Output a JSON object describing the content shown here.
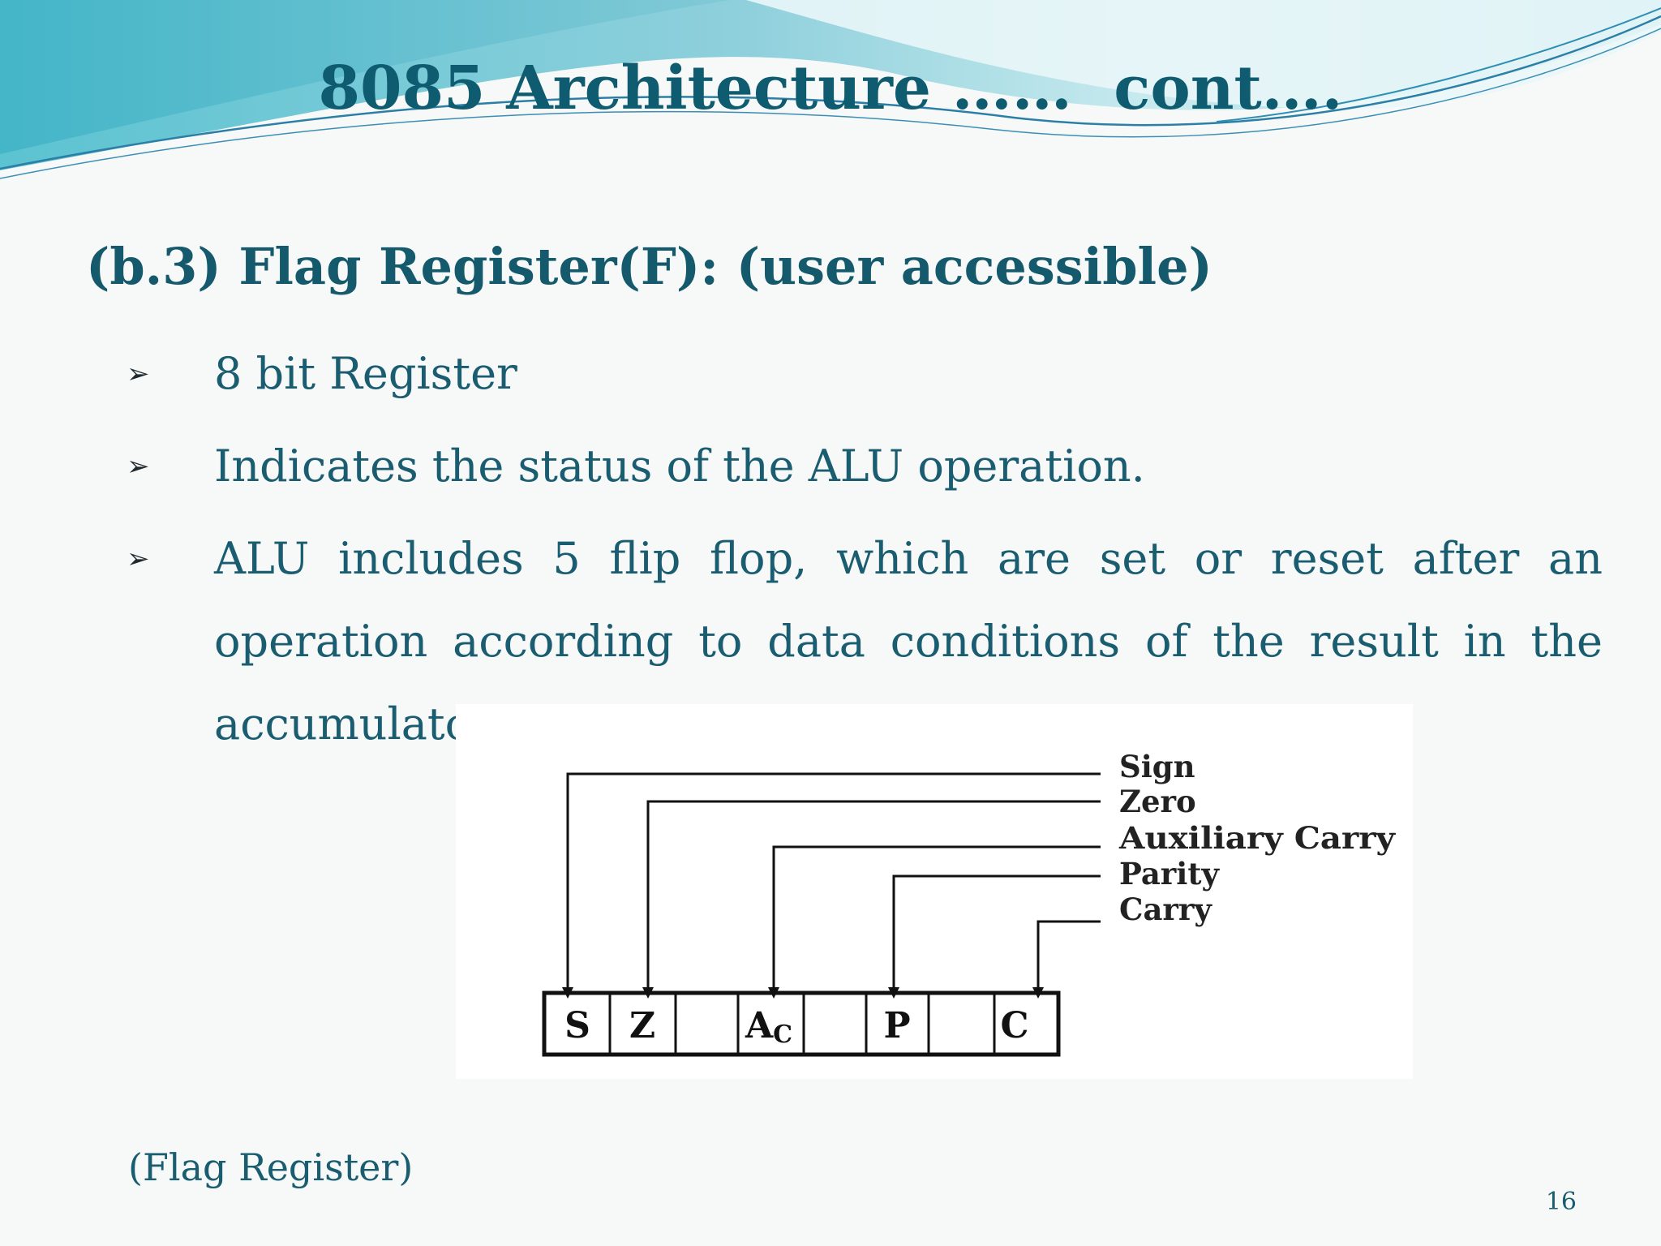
{
  "slide": {
    "title": "8085 Architecture ……  cont….",
    "heading": "(b.3) Flag Register(F): (user accessible)",
    "bullets": [
      "8 bit Register",
      "Indicates the status of the ALU operation.",
      "ALU includes 5 flip flop, which are set or reset after an operation according to data conditions of the result in the accumulator."
    ],
    "caption": "(Flag Register)",
    "page_number": "16"
  },
  "flag_diagram": {
    "cells": [
      "S",
      "Z",
      "",
      "A",
      "",
      "P",
      "",
      "C"
    ],
    "ac_subscript": "C",
    "labels": [
      "Sign",
      "Zero",
      "Auxiliary Carry",
      "Parity",
      "Carry"
    ]
  },
  "colors": {
    "title": "#0f5c70",
    "text": "#1a5d70",
    "wave_light": "#bfe6ec",
    "wave_mid": "#7ccbd6",
    "wave_dark": "#4aa9bb"
  }
}
